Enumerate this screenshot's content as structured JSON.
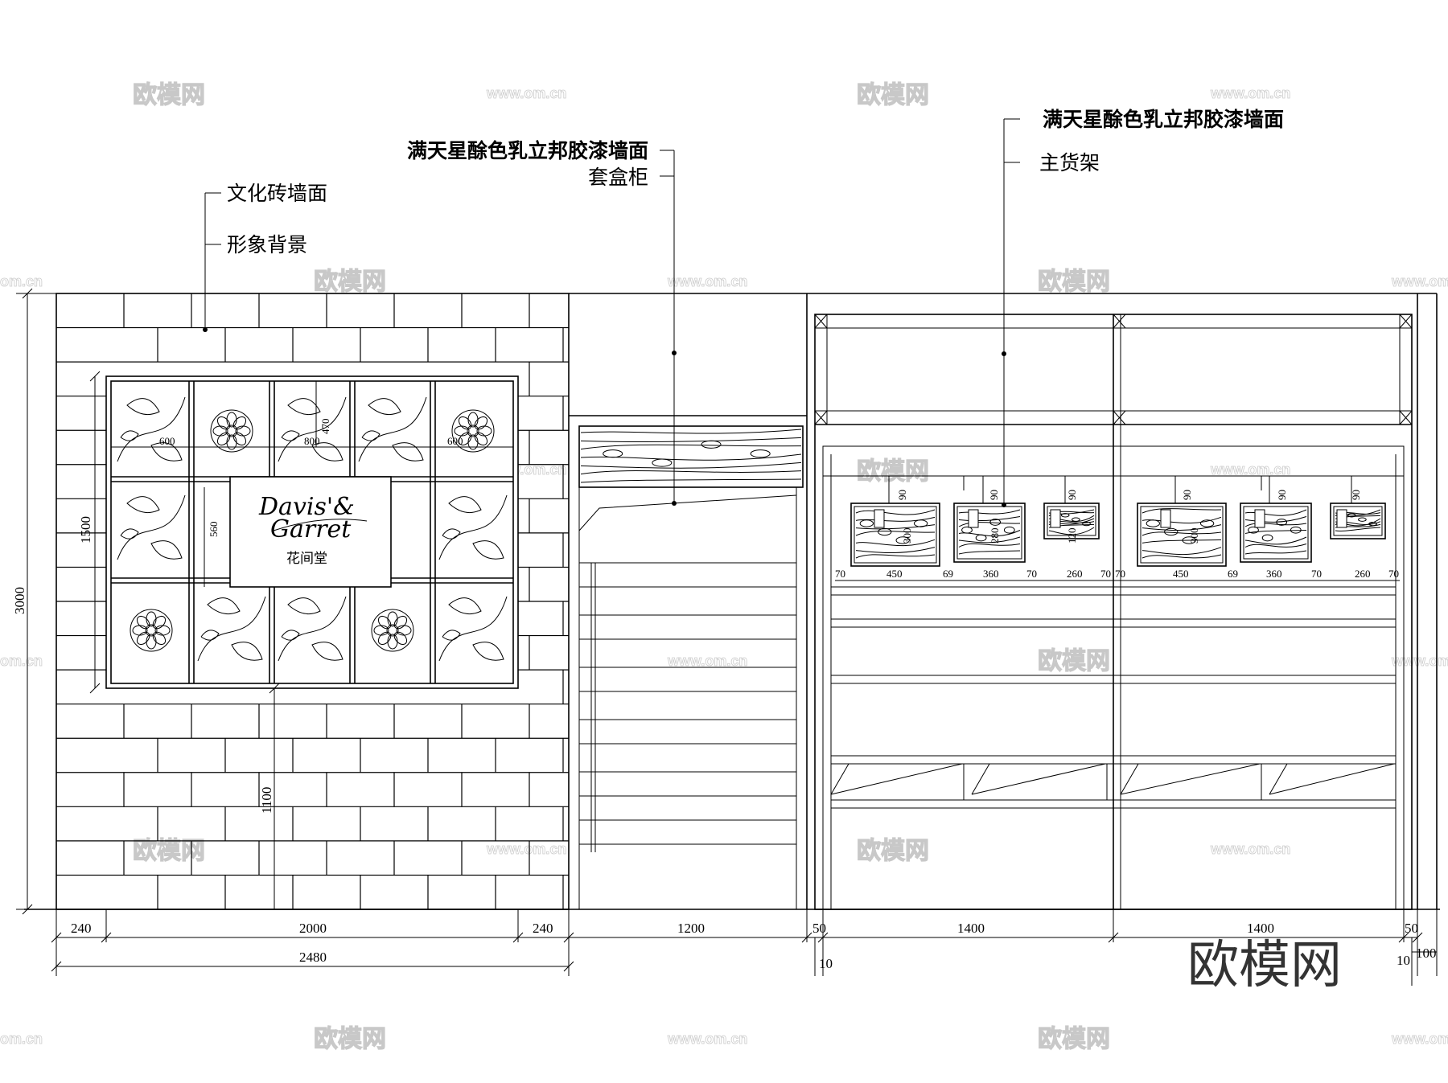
{
  "labels": {
    "culture_brick_wall": "文化砖墙面",
    "image_background": "形象背景",
    "paint_wall_left": "满天星酴色乳立邦胶漆墙面",
    "box_cabinet": "套盒柜",
    "paint_wall_right": "满天星酴色乳立邦胶漆墙面",
    "main_shelf": "主货架"
  },
  "logo": {
    "script_line1": "Davis'&",
    "script_line2": "Garret",
    "chinese": "花间堂"
  },
  "dimensions": {
    "bottom_row1": [
      "240",
      "2000",
      "240",
      "1200",
      "50",
      "1400",
      "1400",
      "50"
    ],
    "bottom_total": "2480",
    "bottom_10_left": "10",
    "bottom_10_right": "10",
    "right_100": "100",
    "height_total": "3000",
    "panel_height": "1500",
    "base_height": "1100",
    "panel_col_600_left": "600",
    "panel_col_800": "800",
    "panel_col_600_right": "600",
    "panel_470": "470",
    "panel_560": "560",
    "shelf_widths": [
      "70",
      "450",
      "69",
      "360",
      "70",
      "260",
      "70",
      "70",
      "450",
      "69",
      "360",
      "70",
      "260",
      "70"
    ],
    "box_heights": [
      "300",
      "280",
      "120",
      "300"
    ],
    "hang_90": "90"
  },
  "watermark": {
    "brand": "欧模网",
    "url": "www.om.cn",
    "url_short": "om.cn"
  },
  "colors": {
    "line": "#000000",
    "watermark": "#c8c8c8",
    "background": "#ffffff"
  }
}
